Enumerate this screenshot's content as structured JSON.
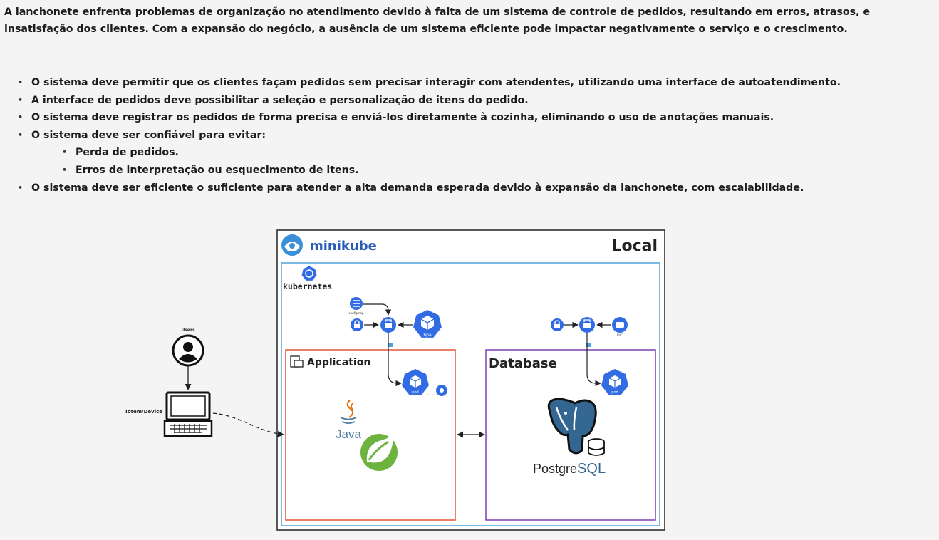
{
  "intro": "A lanchonete enfrenta problemas de organização no atendimento devido à falta de um sistema de controle de pedidos, resultando em erros, atrasos, e insatisfação dos clientes. Com a expansão do negócio, a ausência de um sistema eficiente pode impactar negativamente o serviço e o crescimento.",
  "requirements": {
    "r1": "O sistema deve permitir que os clientes façam pedidos sem precisar interagir com atendentes, utilizando uma interface de autoatendimento.",
    "r2": "A interface de pedidos deve possibilitar a seleção e personalização de itens do pedido.",
    "r3": "O sistema deve registrar os pedidos de forma precisa e enviá-los diretamente à cozinha, eliminando o uso de anotações manuais.",
    "r4": "O sistema deve ser confiável para evitar:",
    "r4_sub": [
      "Perda de pedidos.",
      "Erros de interpretação ou esquecimento de itens."
    ],
    "r5": "O sistema deve ser eficiente o suficiente para atender a alta demanda esperada devido à expansão da lanchonete, com escalabilidade."
  },
  "diagram": {
    "users_label": "Users",
    "device_label": "Totem/Device",
    "local_label": "Local",
    "minikube_label": "minikube",
    "kubernetes_label": "kubernetes",
    "application_label": "Application",
    "database_label": "Database",
    "configmap_label": "configmap",
    "hpa_label": "hpa",
    "pod_label": "pod",
    "pvc_label": "PVC",
    "java_label": "Java",
    "postgres_label_a": "Postgre",
    "postgres_label_b": "SQL",
    "ellipsis": "...",
    "colors": {
      "k8s_blue": "#326ce5",
      "kubernetes_box": "#4fa3dc",
      "application_box": "#e2553a",
      "database_box": "#7c3fb0",
      "spring_green": "#6db33f",
      "postgres_blue": "#336791",
      "java_orange": "#e76f00",
      "java_blue": "#5382a1"
    }
  }
}
